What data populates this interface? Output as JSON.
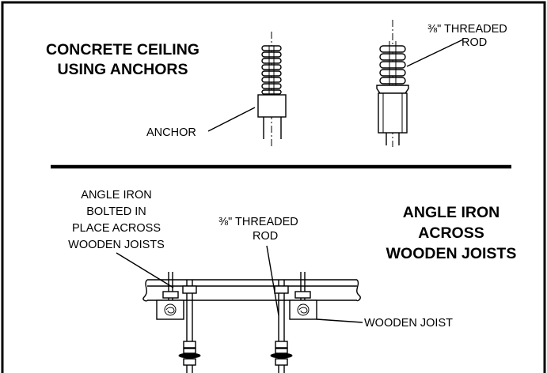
{
  "top_section": {
    "heading": [
      "CONCRETE CEILING",
      "USING ANCHORS"
    ],
    "anchor_label": "ANCHOR",
    "rod_label": [
      "⅜\" THREADED",
      "ROD"
    ]
  },
  "bottom_section": {
    "heading": [
      "ANGLE IRON",
      "ACROSS",
      "WOODEN JOISTS"
    ],
    "angle_iron_label": [
      "ANGLE IRON",
      "BOLTED IN",
      "PLACE ACROSS",
      "WOODEN JOISTS"
    ],
    "rod_label": [
      "⅜\" THREADED",
      "ROD"
    ],
    "joist_label": "WOODEN JOIST"
  }
}
